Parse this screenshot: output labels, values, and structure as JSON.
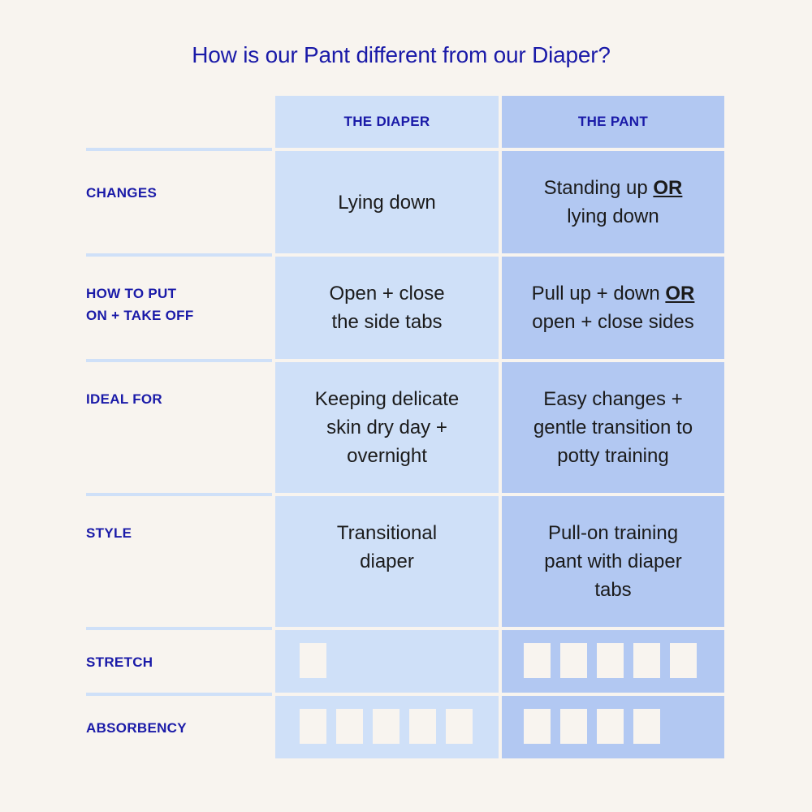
{
  "title": "How is our Pant different from our Diaper?",
  "columns": {
    "diaper": "THE DIAPER",
    "pant": "THE PANT"
  },
  "rows": [
    {
      "label": "CHANGES",
      "diaper": "Lying down",
      "pant_pre": "Standing up ",
      "pant_emph": "OR",
      "pant_post": "lying down"
    },
    {
      "label_line1": "HOW TO PUT",
      "label_line2": "ON + TAKE OFF",
      "diaper_line1": "Open + close",
      "diaper_line2": "the side tabs",
      "pant_pre": "Pull up + down ",
      "pant_emph": "OR",
      "pant_post": "open + close sides"
    },
    {
      "label": "IDEAL FOR",
      "diaper": "Keeping delicate skin dry day + overnight",
      "pant": "Easy changes + gentle transition to potty training"
    },
    {
      "label": "STYLE",
      "diaper": "Transitional diaper",
      "pant": "Pull-on training pant with diaper tabs"
    },
    {
      "label": "STRETCH",
      "diaper_rating": 1,
      "pant_rating": 5
    },
    {
      "label": "ABSORBENCY",
      "diaper_rating": 5,
      "pant_rating": 4
    }
  ],
  "colors": {
    "title": "#1a1aa8",
    "diaper_bg": "#cfe0f8",
    "pant_bg": "#b2c8f2",
    "background": "#f8f4ef"
  },
  "rating_max": 5
}
